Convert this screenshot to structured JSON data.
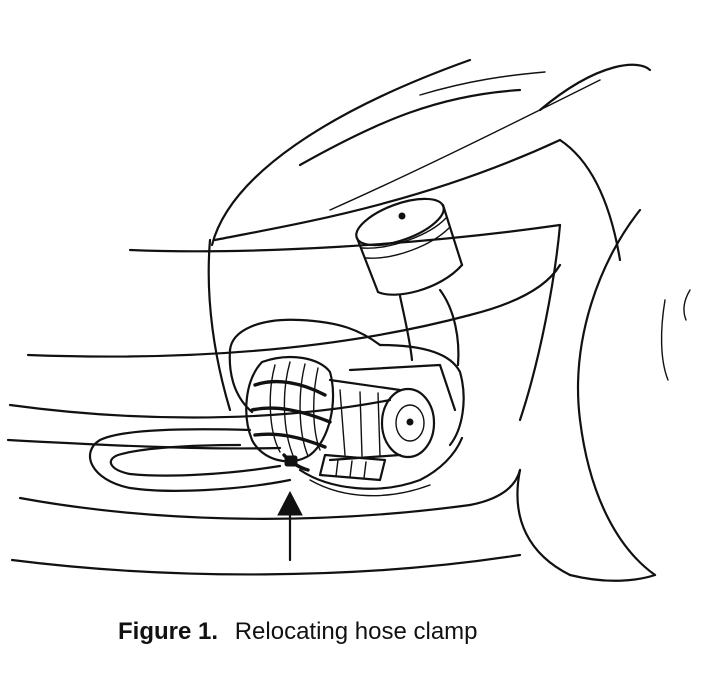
{
  "figure": {
    "label": "Figure 1.",
    "caption": "Relocating hose clamp"
  },
  "icons": {
    "main": "car-fender-pump-illustration",
    "pointer": "up-arrow-icon"
  }
}
